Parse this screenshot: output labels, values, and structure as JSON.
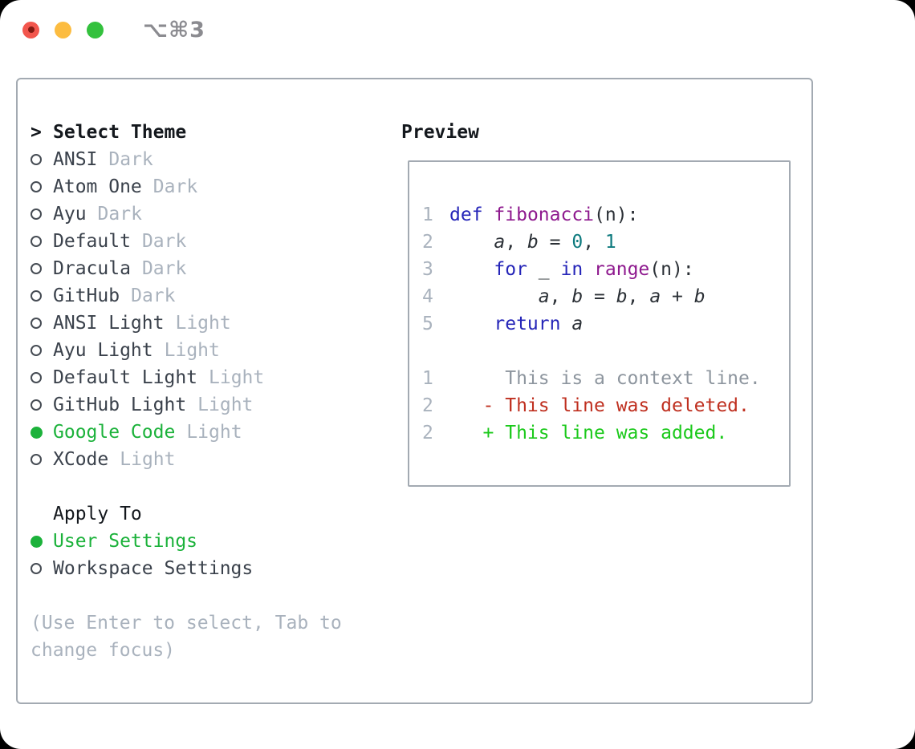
{
  "window": {
    "title": "⌥⌘3",
    "traffic_lights": [
      "close",
      "minimize",
      "zoom"
    ]
  },
  "palette": {
    "selected_green": "#1cb23b",
    "diff_added_green": "#1bc91b",
    "diff_deleted_red": "#bf2f1f",
    "keyword_blue": "#2525b8",
    "function_purple": "#8e198e",
    "number_teal": "#0d7a7e",
    "dim_gray": "#a9b2bd",
    "border_gray": "#a3aab2"
  },
  "theme_list": {
    "header_marker": ">",
    "header": "Select Theme",
    "items": [
      {
        "name": "ANSI",
        "tag": "Dark",
        "selected": false
      },
      {
        "name": "Atom One",
        "tag": "Dark",
        "selected": false
      },
      {
        "name": "Ayu",
        "tag": "Dark",
        "selected": false
      },
      {
        "name": "Default",
        "tag": "Dark",
        "selected": false
      },
      {
        "name": "Dracula",
        "tag": "Dark",
        "selected": false
      },
      {
        "name": "GitHub",
        "tag": "Dark",
        "selected": false
      },
      {
        "name": "ANSI Light",
        "tag": "Light",
        "selected": false
      },
      {
        "name": "Ayu Light",
        "tag": "Light",
        "selected": false
      },
      {
        "name": "Default Light",
        "tag": "Light",
        "selected": false
      },
      {
        "name": "GitHub Light",
        "tag": "Light",
        "selected": false
      },
      {
        "name": "Google Code",
        "tag": "Light",
        "selected": true
      },
      {
        "name": "XCode",
        "tag": "Light",
        "selected": false
      }
    ]
  },
  "apply_to": {
    "header": "Apply To",
    "options": [
      {
        "label": "User Settings",
        "selected": true
      },
      {
        "label": "Workspace Settings",
        "selected": false
      }
    ]
  },
  "help_text": {
    "line1": "(Use Enter to select, Tab to",
    "line2": "change focus)"
  },
  "preview": {
    "header": "Preview",
    "lines": [
      {
        "num": "1",
        "segments": [
          {
            "text": "def",
            "style": "kw"
          },
          {
            "text": " ",
            "style": "plain"
          },
          {
            "text": "fibonacci",
            "style": "fn"
          },
          {
            "text": "(n):",
            "style": "plain"
          }
        ]
      },
      {
        "num": "2",
        "segments": [
          {
            "text": "    ",
            "style": "plain"
          },
          {
            "text": "a",
            "style": "var"
          },
          {
            "text": ", ",
            "style": "plain"
          },
          {
            "text": "b",
            "style": "var"
          },
          {
            "text": " = ",
            "style": "plain"
          },
          {
            "text": "0",
            "style": "num"
          },
          {
            "text": ", ",
            "style": "plain"
          },
          {
            "text": "1",
            "style": "num"
          }
        ]
      },
      {
        "num": "3",
        "segments": [
          {
            "text": "    ",
            "style": "plain"
          },
          {
            "text": "for",
            "style": "kw"
          },
          {
            "text": " _ ",
            "style": "plain"
          },
          {
            "text": "in",
            "style": "kw"
          },
          {
            "text": " ",
            "style": "plain"
          },
          {
            "text": "range",
            "style": "fn"
          },
          {
            "text": "(n):",
            "style": "plain"
          }
        ]
      },
      {
        "num": "4",
        "segments": [
          {
            "text": "        ",
            "style": "plain"
          },
          {
            "text": "a",
            "style": "var"
          },
          {
            "text": ", ",
            "style": "plain"
          },
          {
            "text": "b",
            "style": "var"
          },
          {
            "text": " = ",
            "style": "plain"
          },
          {
            "text": "b",
            "style": "var"
          },
          {
            "text": ", ",
            "style": "plain"
          },
          {
            "text": "a",
            "style": "var"
          },
          {
            "text": " + ",
            "style": "plain"
          },
          {
            "text": "b",
            "style": "var"
          }
        ]
      },
      {
        "num": "5",
        "segments": [
          {
            "text": "    ",
            "style": "plain"
          },
          {
            "text": "return",
            "style": "kw"
          },
          {
            "text": " ",
            "style": "plain"
          },
          {
            "text": "a",
            "style": "var"
          }
        ]
      },
      {
        "num": "",
        "segments": []
      },
      {
        "num": "1",
        "segments": [
          {
            "text": "     This is a context line.",
            "style": "ctx"
          }
        ]
      },
      {
        "num": "2",
        "segments": [
          {
            "text": "   ",
            "style": "plain"
          },
          {
            "text": "- This line was deleted.",
            "style": "del"
          }
        ]
      },
      {
        "num": "2",
        "segments": [
          {
            "text": "   ",
            "style": "plain"
          },
          {
            "text": "+ This line was added.",
            "style": "add"
          }
        ]
      }
    ]
  }
}
